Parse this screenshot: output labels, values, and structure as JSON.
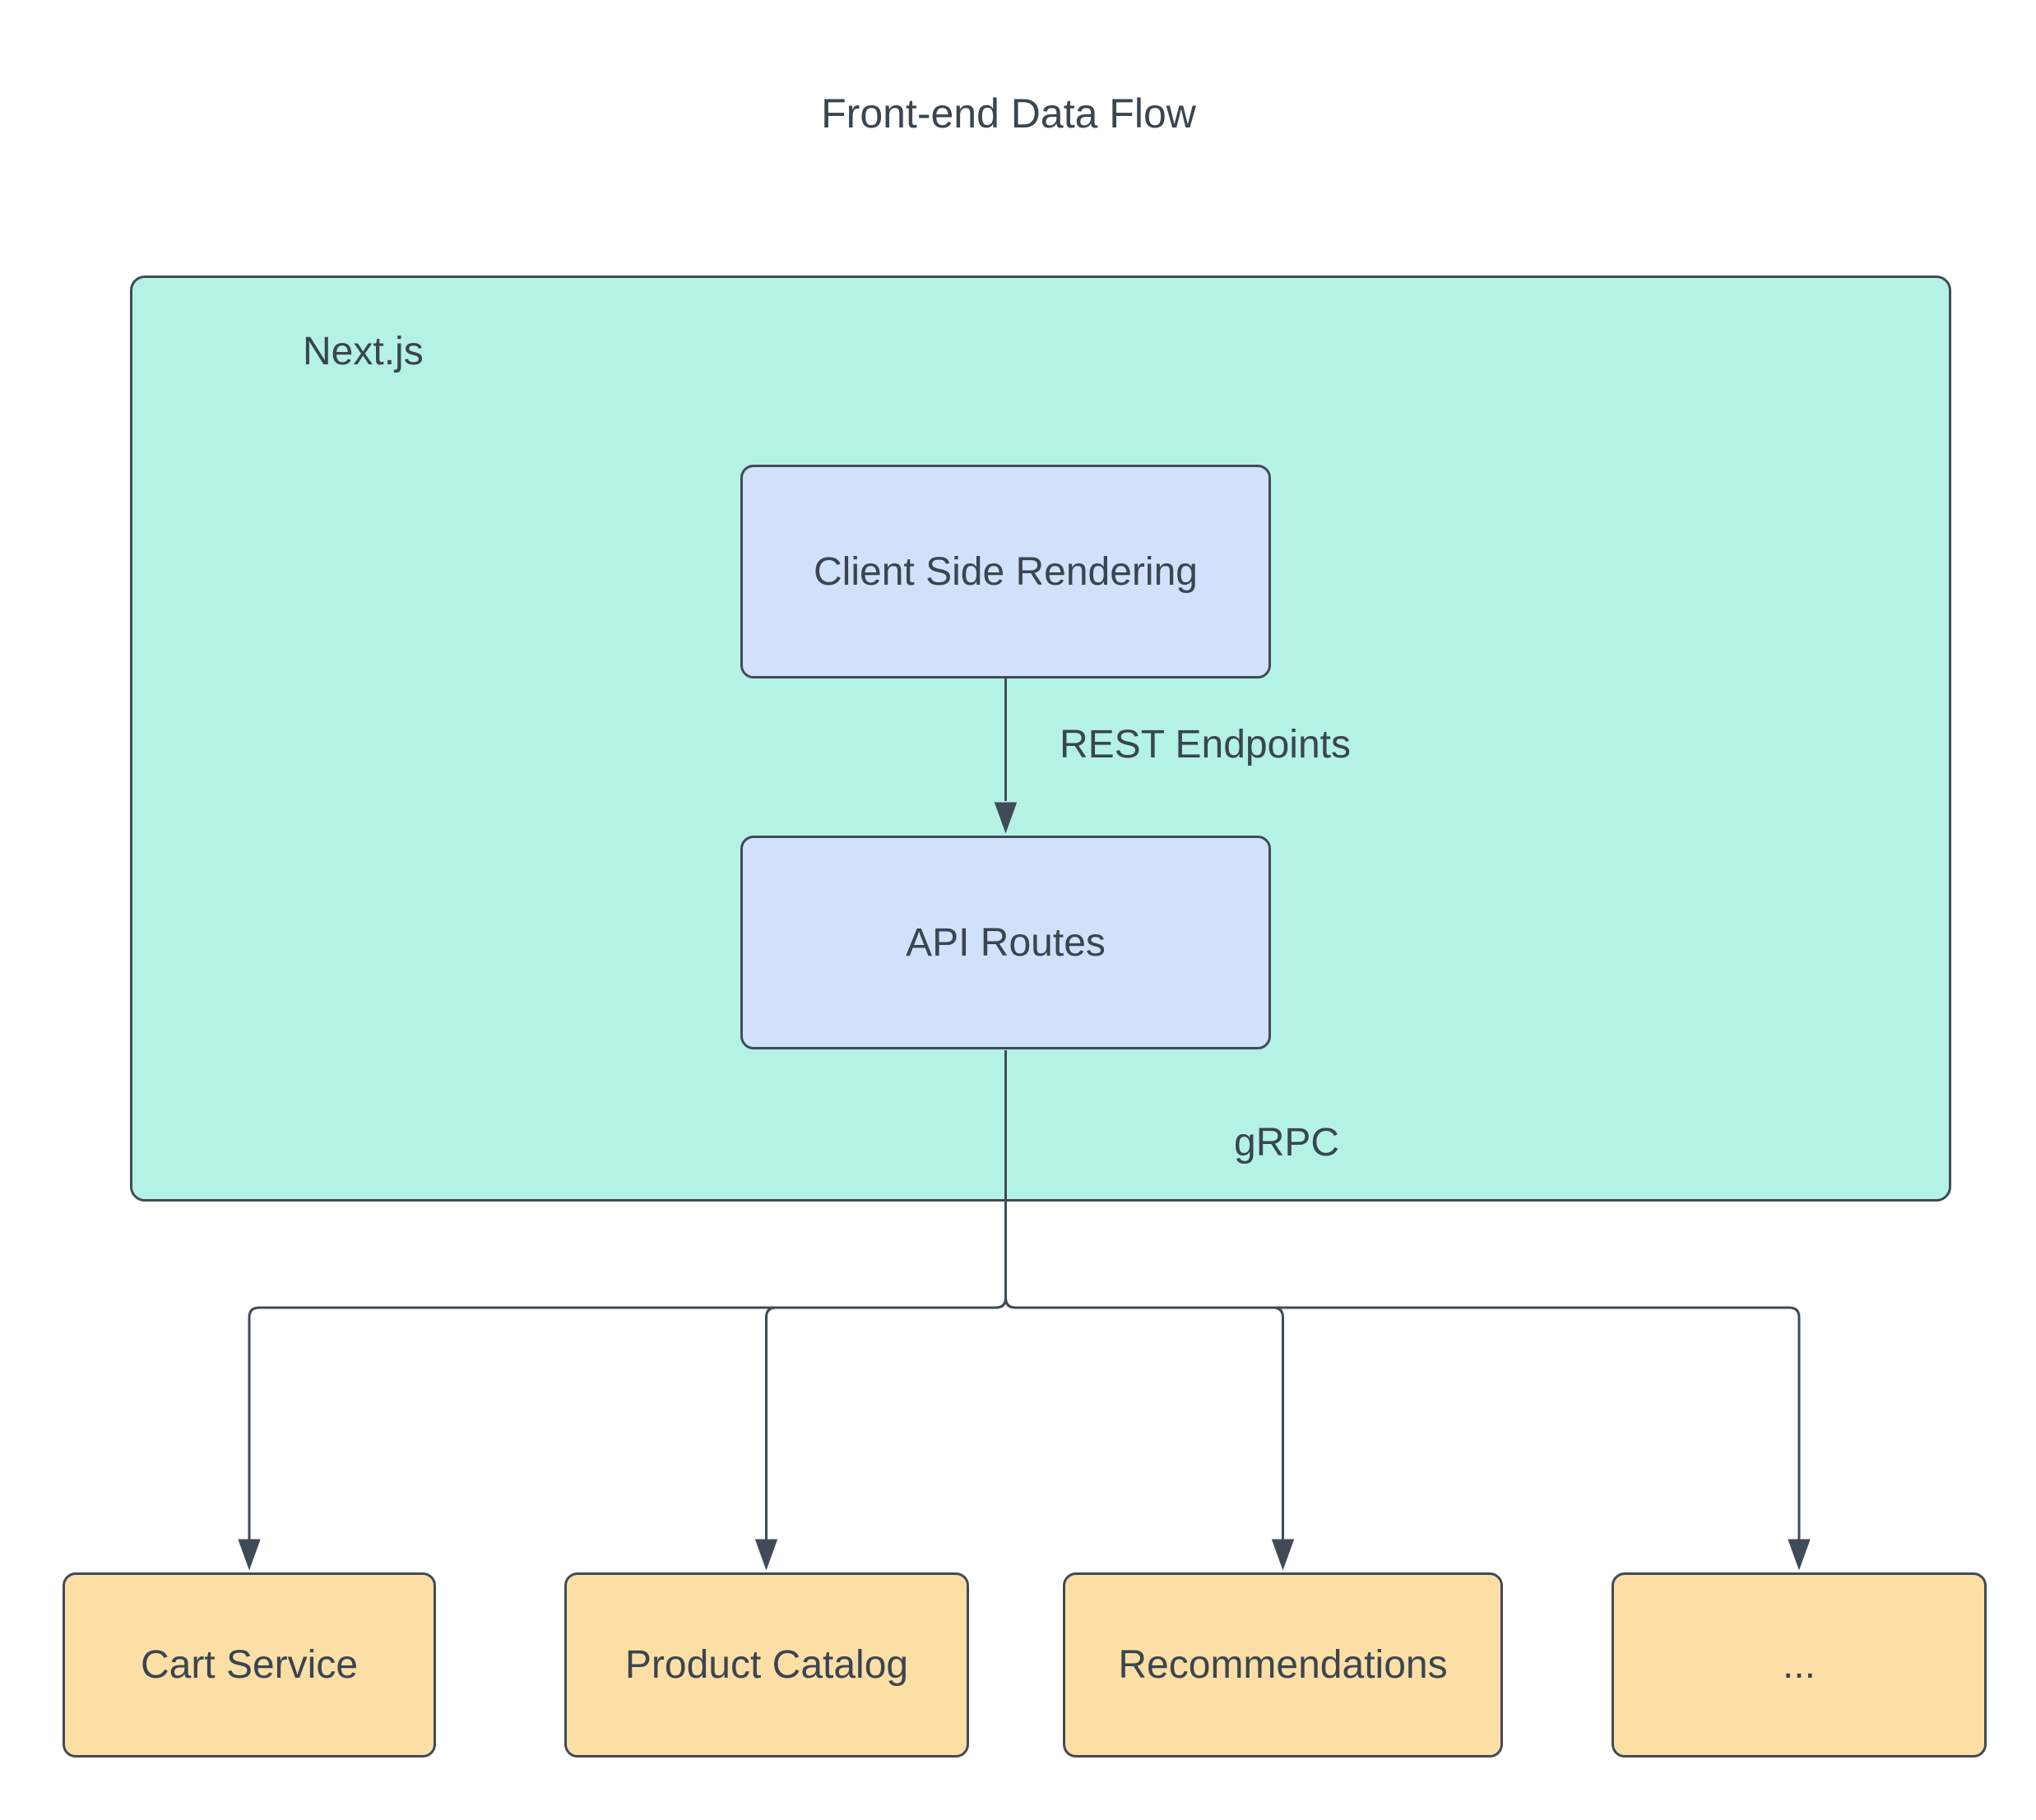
{
  "page": {
    "title": "Front-end Data Flow"
  },
  "colors": {
    "container_fill": "#b4f2e6",
    "node_fill": "#d2e1fa",
    "service_fill": "#fddfa5",
    "stroke": "#404b57",
    "text": "#3a4550",
    "background": "#ffffff"
  },
  "diagram": {
    "group": {
      "label": "Next.js"
    },
    "nodes": [
      {
        "id": "csr",
        "label": "Client Side Rendering"
      },
      {
        "id": "api",
        "label": "API Routes"
      }
    ],
    "edge_labels": [
      {
        "id": "rest",
        "label": "REST Endpoints"
      },
      {
        "id": "grpc",
        "label": "gRPC"
      }
    ],
    "services": [
      {
        "label": "Cart Service"
      },
      {
        "label": "Product Catalog"
      },
      {
        "label": "Recommendations"
      },
      {
        "label": "..."
      }
    ]
  }
}
